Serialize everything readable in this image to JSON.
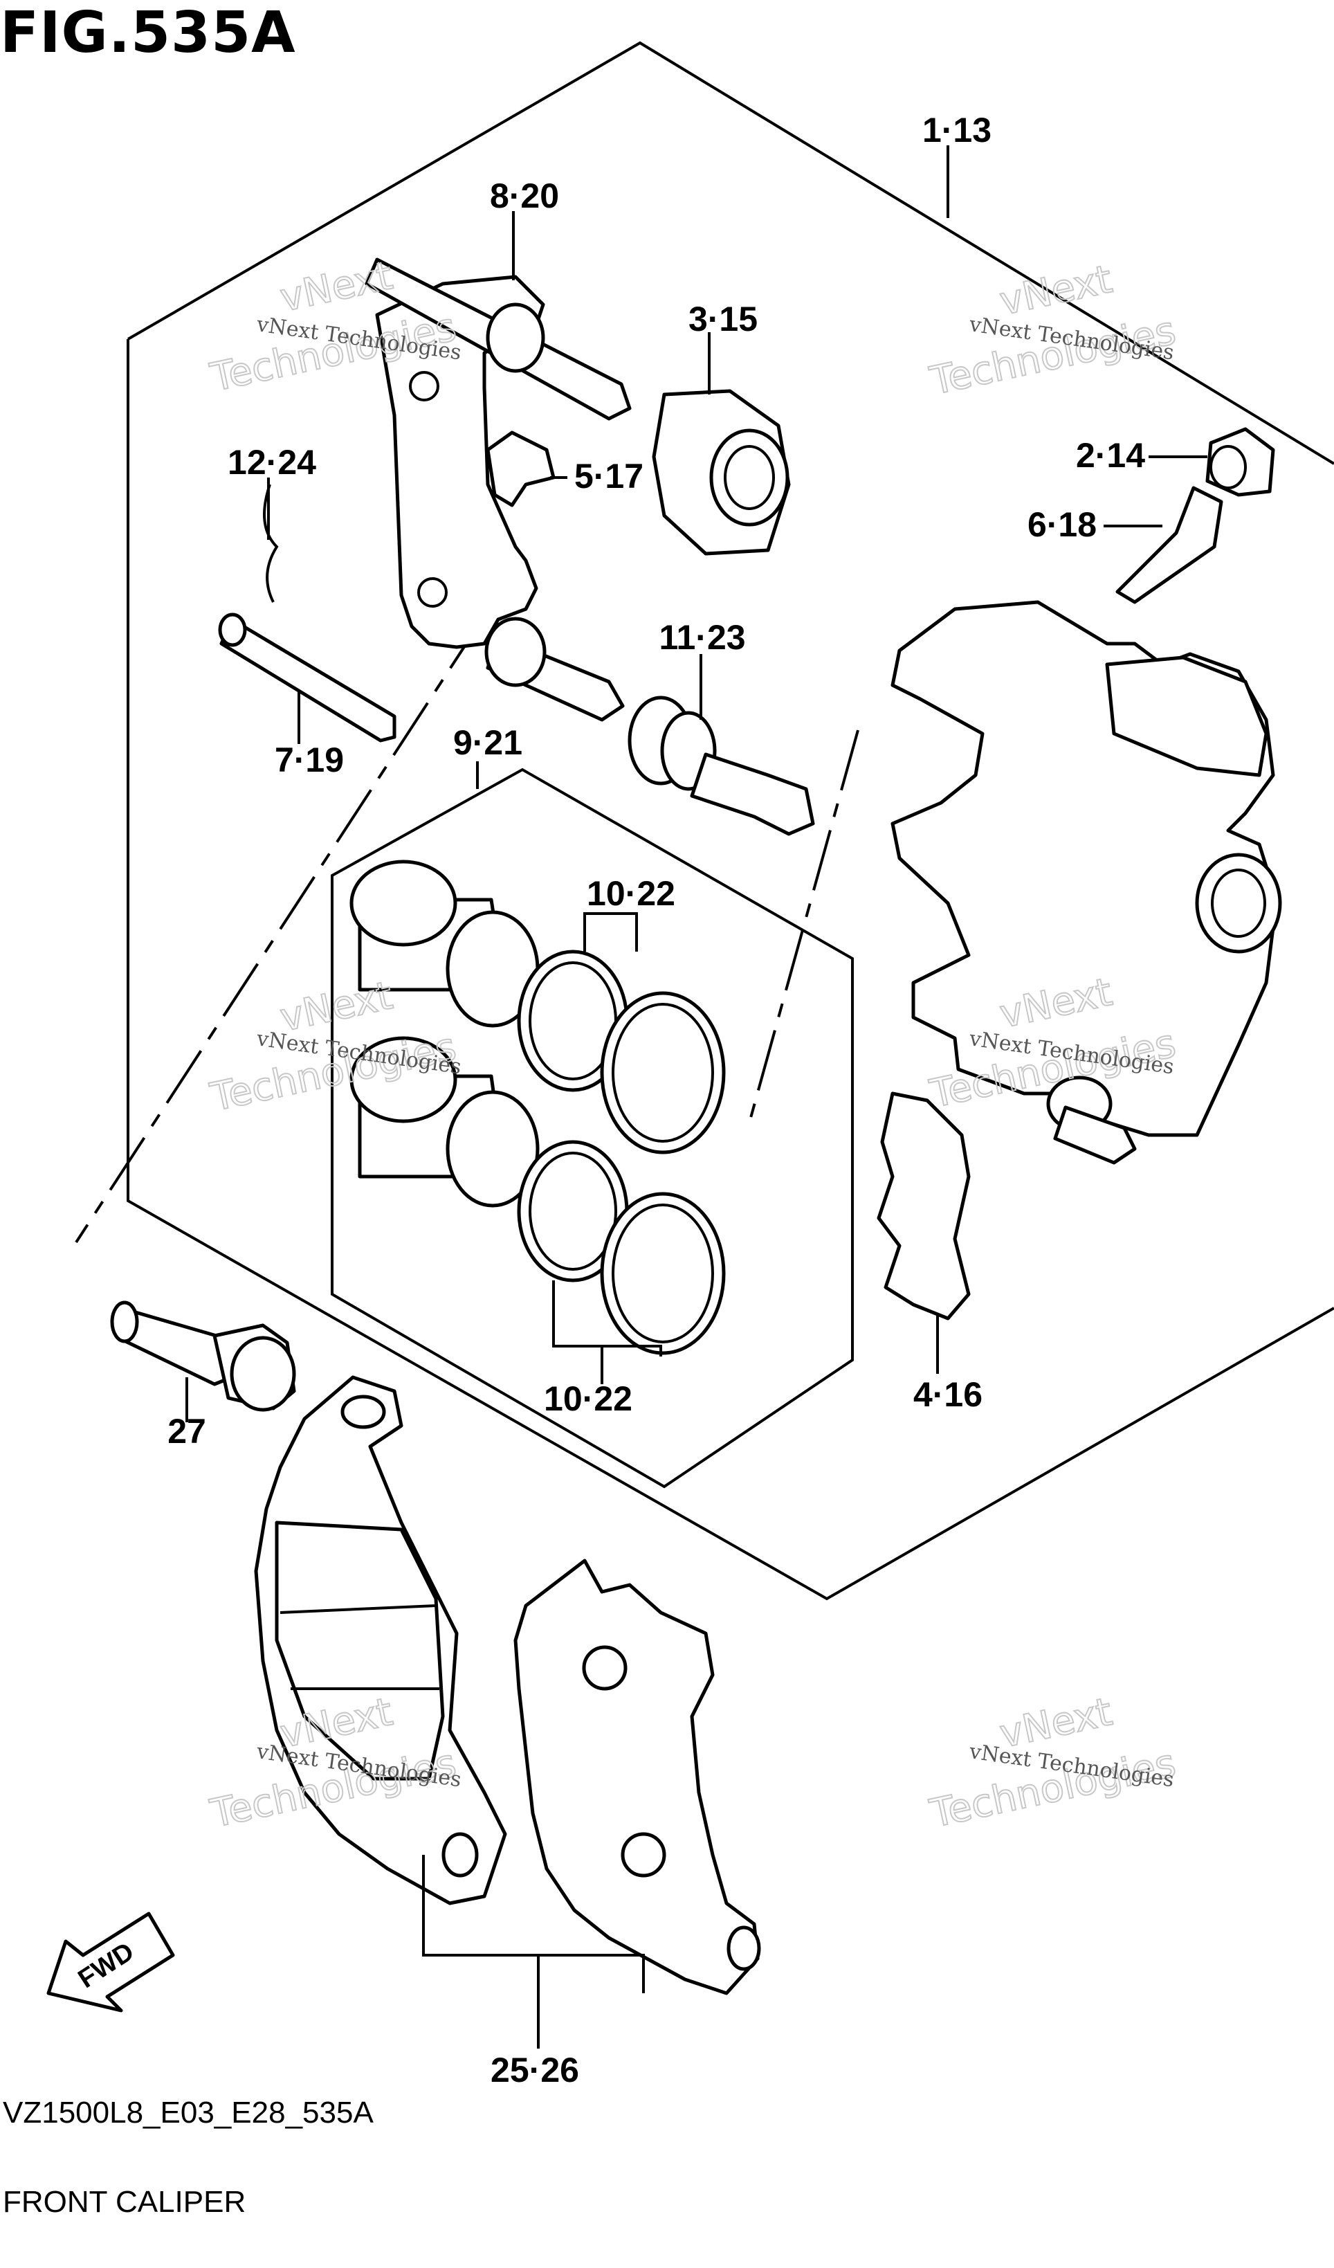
{
  "figure": {
    "title": "FIG.535A",
    "model_code": "VZ1500L8_E03_E28_535A",
    "name": "FRONT CALIPER"
  },
  "callouts": {
    "c1_13": "1·13",
    "c8_20": "8·20",
    "c3_15": "3·15",
    "c5_17": "5·17",
    "c12_24": "12·24",
    "c2_14": "2·14",
    "c6_18": "6·18",
    "c11_23": "11·23",
    "c7_19": "7·19",
    "c9_21": "9·21",
    "c10_22_top": "10·22",
    "c10_22_bottom": "10·22",
    "c4_16": "4·16",
    "c27": "27",
    "c25_26": "25·26"
  },
  "fwd_label": "FWD",
  "watermark": {
    "line1": "vNext Technologies",
    "line2": "Technologies",
    "line3": "vNext"
  }
}
